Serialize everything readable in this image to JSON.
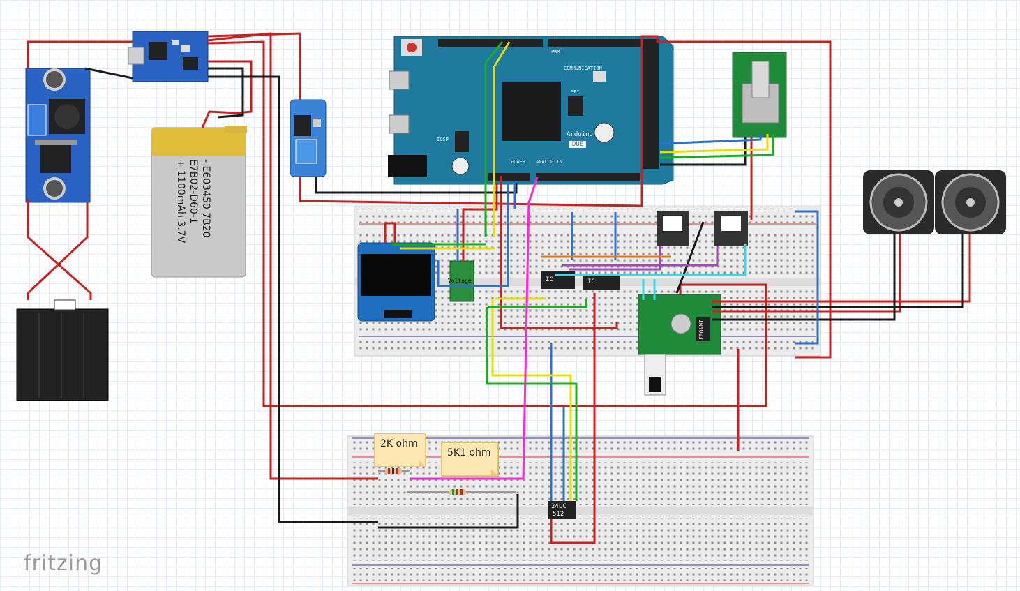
{
  "app": {
    "name": "fritzing"
  },
  "notes": {
    "resistor_2k": "2K ohm",
    "resistor_5k1": "5K1 ohm"
  },
  "battery": {
    "lines": [
      "- E603450 7B20",
      "E7B02-D60-1",
      "+ 1100mAh 3.7V"
    ]
  },
  "arduino": {
    "title": "DUE",
    "brand": "Arduino",
    "headers": {
      "communication": "COMMUNICATION",
      "pwm": "PWM",
      "power": "POWER",
      "analog_in": "ANALOG IN",
      "spi": "SPI",
      "icsp": "ICSP"
    }
  },
  "chips": {
    "ic1": "IC",
    "ic2": "IC",
    "eeprom_line1": "24LC",
    "eeprom_line2": "512",
    "amp": "1N4003"
  },
  "modules": {
    "sensor_label": "Voltage"
  },
  "colors": {
    "red": "#cc1f1f",
    "black": "#1a1a1a",
    "blue": "#2f6fd0",
    "yellow": "#e3df00",
    "green": "#18b01e",
    "magenta": "#ff29d4",
    "cyan": "#3fd7e6",
    "purple": "#9a4ab0",
    "orange": "#e07a16",
    "arduino_teal": "#1f7aa0",
    "module_blue": "#1f5fb0",
    "pcb_green": "#1f7a35"
  }
}
